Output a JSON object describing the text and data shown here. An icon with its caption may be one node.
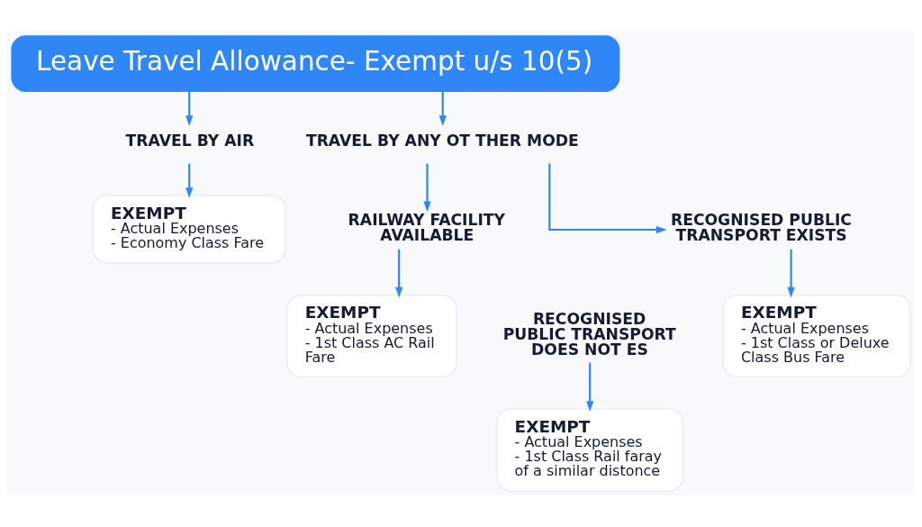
{
  "diagram": {
    "nodes": [
      {
        "text": [
          "Leave Travel Allowance- Exempt u/s 10(5)"
        ]
      },
      {
        "text": [
          "TRAVEL BY AIR"
        ]
      },
      {
        "text": [
          "TRAVEL BY ANY OT THER MODE"
        ]
      },
      {
        "text": [
          "EXEMPT",
          "- Actual Expenses",
          "- Economy Class Fare"
        ]
      },
      {
        "text": [
          "RAILWAY FACILITY AVAILABLE"
        ]
      },
      {
        "text": [
          "RECOGNISED PUBLIC TRANSPORT EXISTS"
        ]
      },
      {
        "text": [
          "EXEMPT",
          "- Actual Expenses",
          "- 1st Class AC Rail Fare"
        ]
      },
      {
        "text": [
          "RECOGNISED PUBLIC TRANSPORT DOES NOT ES"
        ]
      },
      {
        "text": [
          "EXEMPT",
          "- Actual Expenses",
          "- 1st Class or Deluxe Class Bus Fare"
        ]
      },
      {
        "text": [
          "EXEMPT",
          "- Actual Expenses",
          "- 1st Class Rail faray of a similar distonce"
        ]
      }
    ],
    "edges": [
      {
        "from": 0,
        "to": 1,
        "arrow": "to"
      },
      {
        "from": 0,
        "to": 2,
        "arrow": "to"
      },
      {
        "from": 1,
        "to": 3,
        "arrow": "to"
      },
      {
        "from": 2,
        "to": 4,
        "arrow": "to"
      },
      {
        "from": 2,
        "to": 5,
        "arrow": "to"
      },
      {
        "from": 4,
        "to": 6,
        "arrow": "to"
      },
      {
        "from": 5,
        "to": 8,
        "arrow": "to"
      },
      {
        "from": 7,
        "to": 9,
        "arrow": "to"
      }
    ]
  }
}
